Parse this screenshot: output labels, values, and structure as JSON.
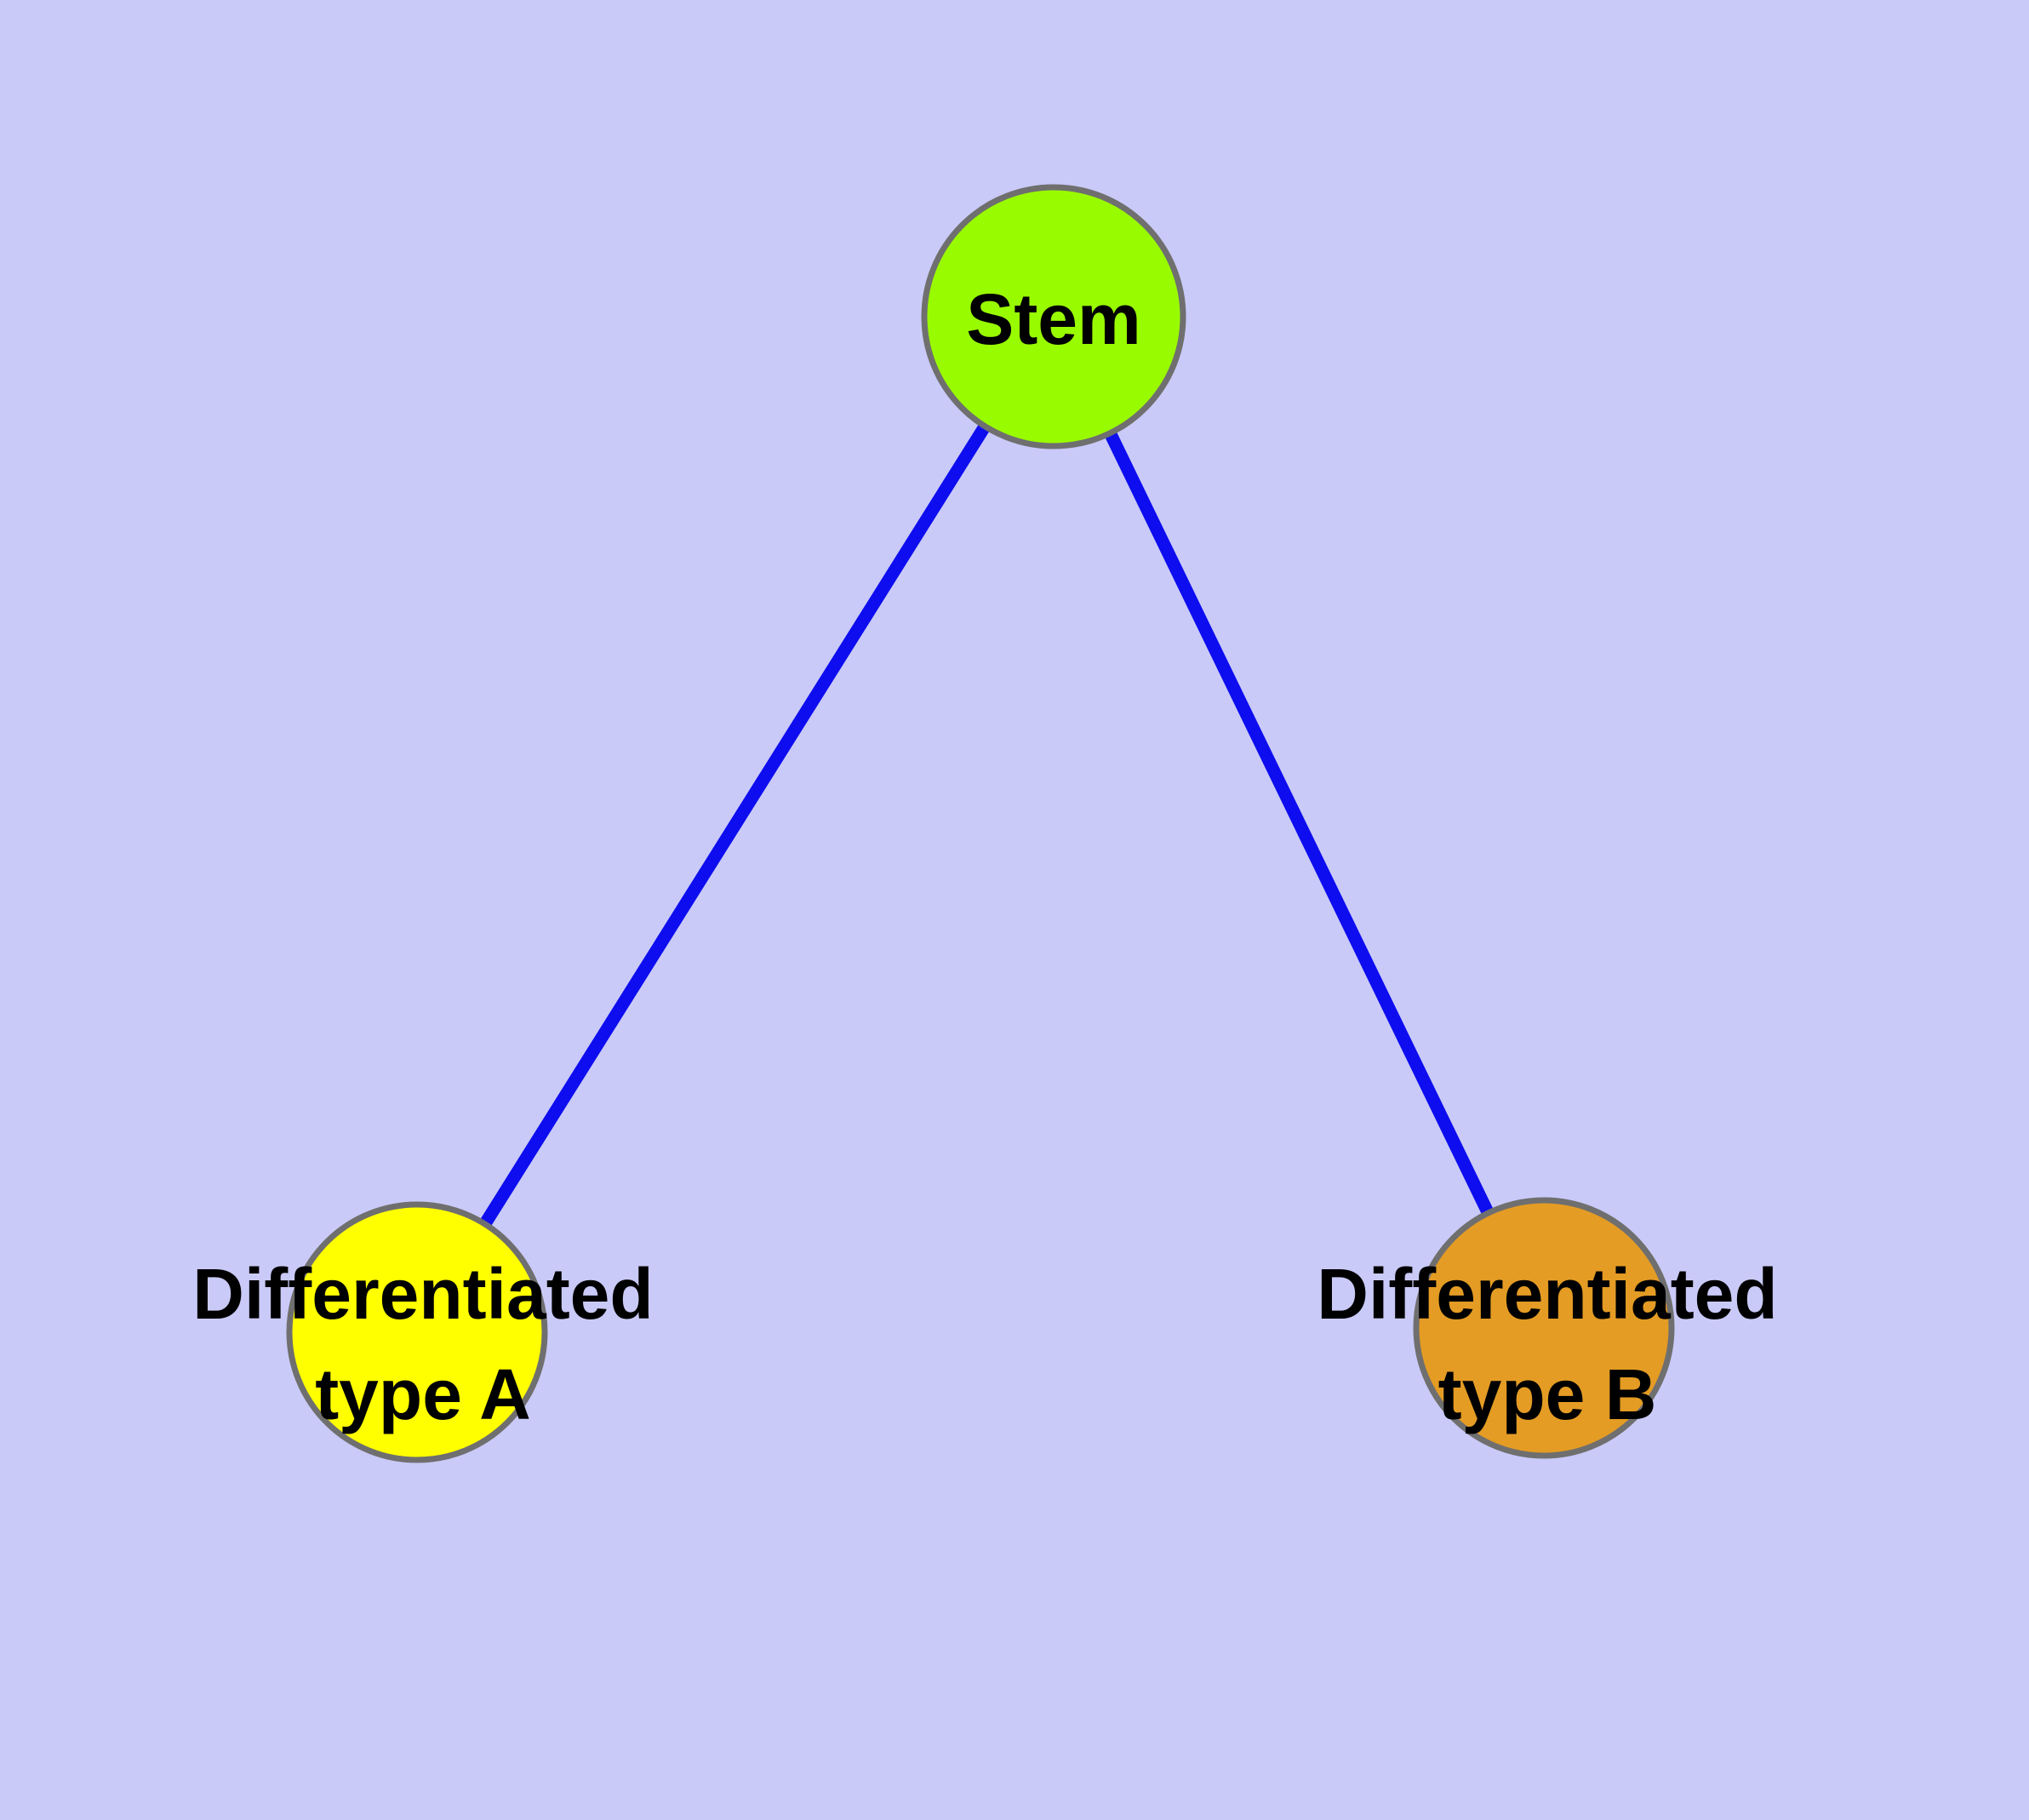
{
  "diagram": {
    "background_color": "#cacaf8",
    "edge_color": "#0d0df0",
    "node_border_color": "#6f6f6f",
    "label_color": "#000000",
    "nodes": [
      {
        "id": "stem",
        "label": "Stem",
        "fill": "#99fb00"
      },
      {
        "id": "differentiated-type-a",
        "label_line1": "Differentiated",
        "label_line2": "type A",
        "fill": "#ffff00"
      },
      {
        "id": "differentiated-type-b",
        "label_line1": "Differentiated",
        "label_line2": "type B",
        "fill": "#e49c24"
      }
    ],
    "edges": [
      {
        "from": "Stem",
        "to": "Differentiated type A"
      },
      {
        "from": "Stem",
        "to": "Differentiated type B"
      }
    ]
  }
}
